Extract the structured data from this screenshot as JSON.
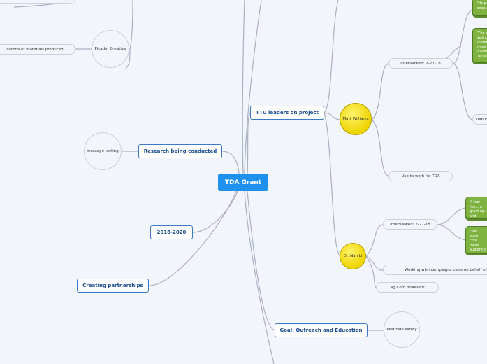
{
  "central": {
    "label": "TDA Grant"
  },
  "branches": {
    "ttu_leaders": "TTU leaders on project",
    "research": "Research being conducted",
    "years": "2018-2020",
    "partnerships": "Creating partnerships",
    "outreach": "Goal: Outreach and Education"
  },
  "left": {
    "control_materials": "control of materials produced",
    "picador": "Picador Creative",
    "message_testing": "message testing"
  },
  "matt": {
    "name": "Matt Williams",
    "interviewed": "Interviewed: 2-27-18",
    "used_to_work": "Use to work for TDA",
    "quote1": "\"He p... peopl...",
    "quote2": "\"The e... that a... someti... know ... places ... use a...",
    "dan": "Dan H..."
  },
  "nan": {
    "name": "Dr. Nan Li",
    "interviewed": "Interviewed: 2-27-18",
    "campaigns": "Working with campaigns class on behalf of...",
    "ag_com": "Ag Com professor",
    "quote1": "\"I feel like... a great op... and skills...",
    "quote2": "\"We want... cool mess... audience,... our stude..."
  },
  "outreach": {
    "pesticide": "Pesticide safety"
  },
  "colors": {
    "background": "#f2f5fc",
    "central": "#1e90ee",
    "branch_border": "#3a7ac4",
    "person": "#eed400",
    "quote": "#7fb33f"
  }
}
